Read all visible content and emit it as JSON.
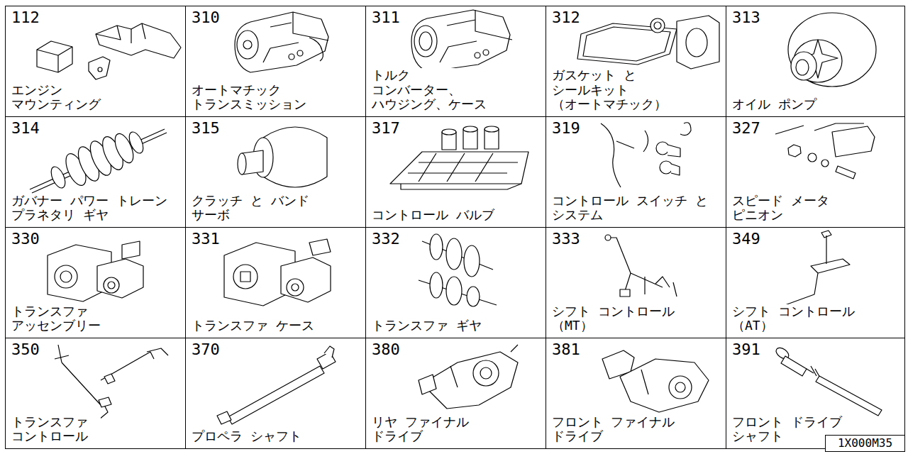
{
  "diagram": {
    "nodes": [
      {
        "text": [
          "112",
          "エンジン マウンティング"
        ]
      },
      {
        "text": [
          "310",
          "オートマチック トランスミッション"
        ]
      },
      {
        "text": [
          "311",
          "トルク コンバーター、 ハウジング、ケース"
        ]
      },
      {
        "text": [
          "312",
          "ガスケット と シールキット （オートマチック）"
        ]
      },
      {
        "text": [
          "313",
          "オイル ポンプ"
        ]
      },
      {
        "text": [
          "314",
          "ガバナー パワー トレーン プラネタリ ギヤ"
        ]
      },
      {
        "text": [
          "315",
          "クラッチ と バンド サーボ"
        ]
      },
      {
        "text": [
          "317",
          "コントロール バルブ"
        ]
      },
      {
        "text": [
          "319",
          "コントロール スイッチ と システム"
        ]
      },
      {
        "text": [
          "327",
          "スピード メータ ピニオン"
        ]
      },
      {
        "text": [
          "330",
          "トランスファ アッセンブリー"
        ]
      },
      {
        "text": [
          "331",
          "トランスファ ケース"
        ]
      },
      {
        "text": [
          "332",
          "トランスファ ギヤ"
        ]
      },
      {
        "text": [
          "333",
          "シフト コントロール （MT）"
        ]
      },
      {
        "text": [
          "349",
          "シフト コントロール （AT）"
        ]
      },
      {
        "text": [
          "350",
          "トランスファ コントロール"
        ]
      },
      {
        "text": [
          "370",
          "プロペラ シャフト"
        ]
      },
      {
        "text": [
          "380",
          "リヤ ファイナル ドライブ"
        ]
      },
      {
        "text": [
          "381",
          "フロント ファイナル ドライブ"
        ]
      },
      {
        "text": [
          "391",
          "フロント ドライブ シャフト"
        ]
      },
      {
        "text": [
          "1X000M35"
        ]
      }
    ]
  }
}
